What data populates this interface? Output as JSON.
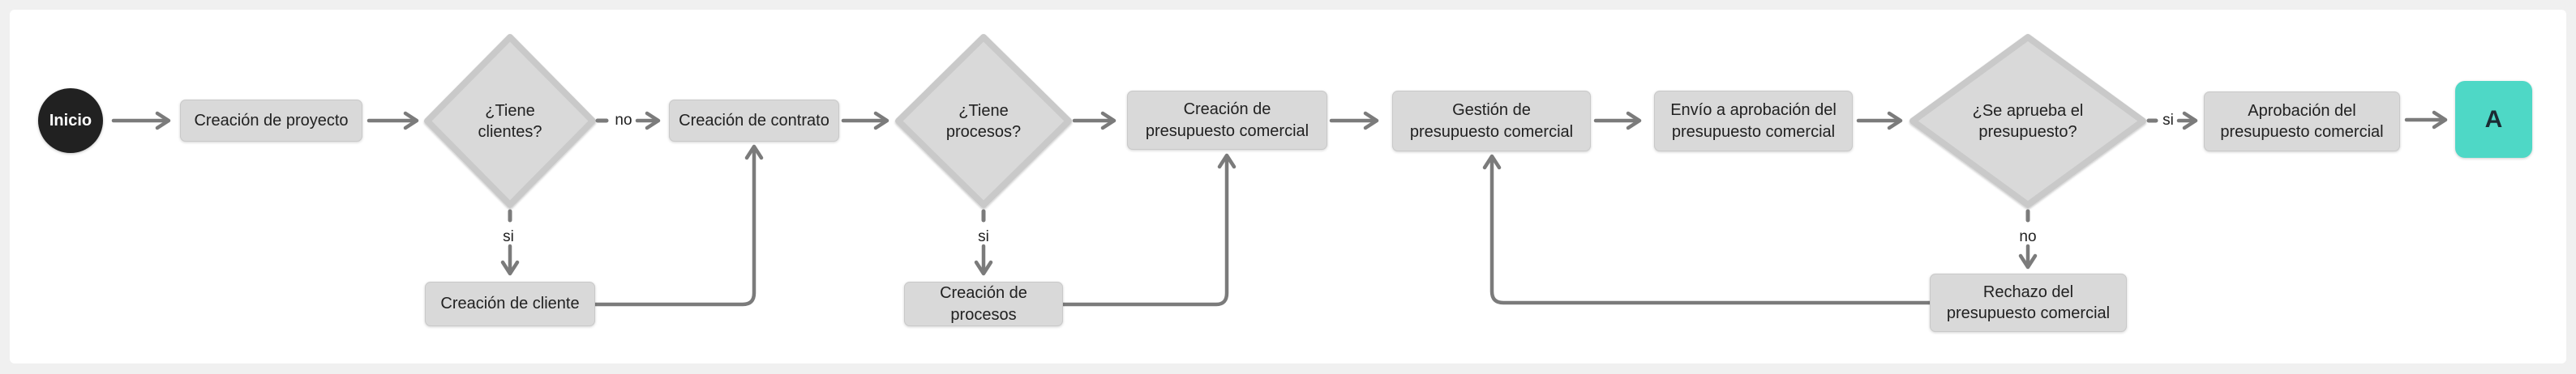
{
  "flowchart": {
    "diagram_type": "flowchart",
    "colors": {
      "page_bg": "#f0f0f0",
      "canvas_bg": "#ffffff",
      "node_fill": "#d9d9d9",
      "node_border": "#c9c9c9",
      "text": "#212121",
      "arrow": "#7b7b7b",
      "start_fill": "#212121",
      "accent_teal": "#4ed8c6"
    },
    "nodes": [
      {
        "id": "start",
        "type": "start",
        "label": "Inicio"
      },
      {
        "id": "creacion-proyecto",
        "type": "process",
        "label": "Creación de proyecto"
      },
      {
        "id": "tiene-clientes",
        "type": "decision",
        "label": "¿Tiene\nclientes?"
      },
      {
        "id": "creacion-contrato",
        "type": "process",
        "label": "Creación de contrato"
      },
      {
        "id": "creacion-cliente",
        "type": "process",
        "label": "Creación de cliente"
      },
      {
        "id": "tiene-procesos",
        "type": "decision",
        "label": "¿Tiene\nprocesos?"
      },
      {
        "id": "creacion-procesos",
        "type": "process",
        "label": "Creación de procesos"
      },
      {
        "id": "creacion-presupuesto",
        "type": "process",
        "label": "Creación de\npresupuesto comercial"
      },
      {
        "id": "gestion-presupuesto",
        "type": "process",
        "label": "Gestión de\npresupuesto comercial"
      },
      {
        "id": "envio-aprobacion",
        "type": "process",
        "label": "Envío a aprobación del\npresupuesto comercial"
      },
      {
        "id": "se-aprueba",
        "type": "decision",
        "label": "¿Se aprueba el\npresupuesto?"
      },
      {
        "id": "aprobacion-presupuesto",
        "type": "process",
        "label": "Aprobación del\npresupuesto comercial"
      },
      {
        "id": "rechazo-presupuesto",
        "type": "process",
        "label": "Rechazo del\npresupuesto comercial"
      },
      {
        "id": "end-a",
        "type": "connector",
        "label": "A"
      }
    ],
    "edges": [
      {
        "from": "start",
        "to": "creacion-proyecto",
        "style": "solid"
      },
      {
        "from": "creacion-proyecto",
        "to": "tiene-clientes",
        "style": "solid"
      },
      {
        "from": "tiene-clientes",
        "to": "creacion-contrato",
        "label": "no",
        "style": "dashed-stub"
      },
      {
        "from": "tiene-clientes",
        "to": "creacion-cliente",
        "label": "si",
        "style": "dashed-stub"
      },
      {
        "from": "creacion-cliente",
        "to": "creacion-contrato",
        "style": "elbow"
      },
      {
        "from": "creacion-contrato",
        "to": "tiene-procesos",
        "style": "solid"
      },
      {
        "from": "tiene-procesos",
        "to": "creacion-presupuesto",
        "style": "solid"
      },
      {
        "from": "tiene-procesos",
        "to": "creacion-procesos",
        "label": "si",
        "style": "dashed-stub"
      },
      {
        "from": "creacion-procesos",
        "to": "creacion-presupuesto",
        "style": "elbow"
      },
      {
        "from": "creacion-presupuesto",
        "to": "gestion-presupuesto",
        "style": "solid"
      },
      {
        "from": "gestion-presupuesto",
        "to": "envio-aprobacion",
        "style": "solid"
      },
      {
        "from": "envio-aprobacion",
        "to": "se-aprueba",
        "style": "solid"
      },
      {
        "from": "se-aprueba",
        "to": "aprobacion-presupuesto",
        "label": "si",
        "style": "dashed-stub"
      },
      {
        "from": "se-aprueba",
        "to": "rechazo-presupuesto",
        "label": "no",
        "style": "dashed-stub"
      },
      {
        "from": "rechazo-presupuesto",
        "to": "gestion-presupuesto",
        "style": "elbow"
      },
      {
        "from": "aprobacion-presupuesto",
        "to": "end-a",
        "style": "solid"
      }
    ]
  }
}
